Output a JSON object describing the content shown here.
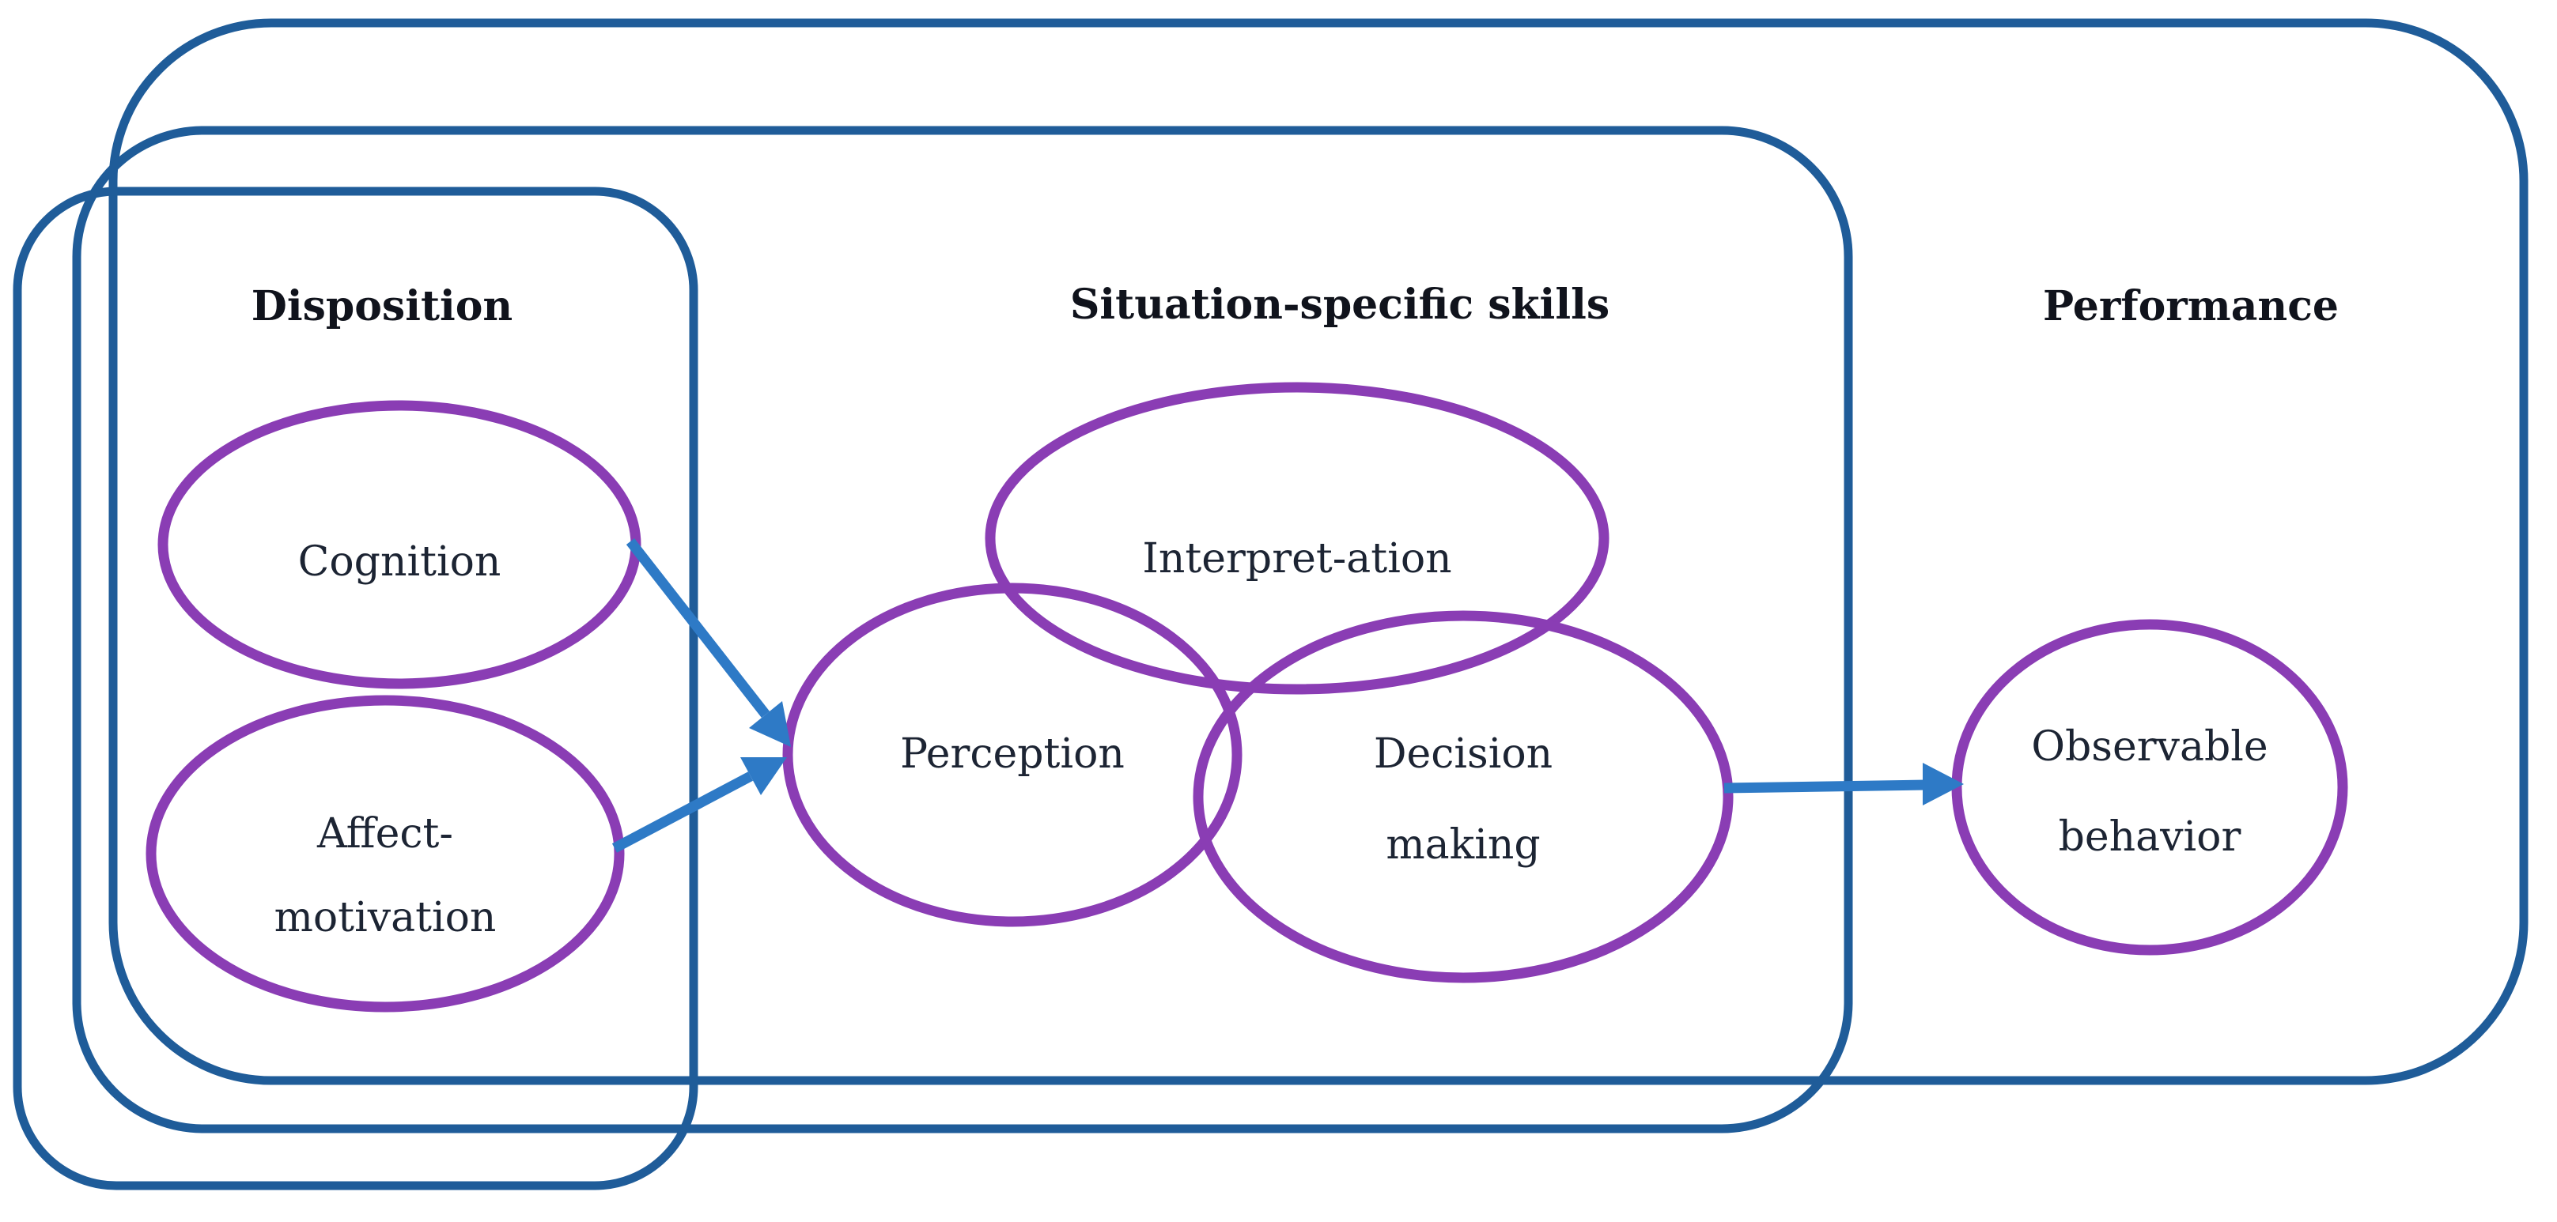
{
  "colors": {
    "background": "#ffffff",
    "box_stroke": "#1f5c99",
    "ellipse_stroke": "#8a3db4",
    "arrow": "#2e7ac6",
    "heading_text": "#10131c",
    "node_text": "#1c2433"
  },
  "containers": {
    "disposition": {
      "label": "Disposition"
    },
    "skills": {
      "label": "Situation-specific skills"
    },
    "performance": {
      "label": "Performance"
    }
  },
  "nodes": {
    "cognition": {
      "line1": "Cognition"
    },
    "affect": {
      "line1": "Affect-",
      "line2": "motivation"
    },
    "interpretation": {
      "line1": "Interpret-ation"
    },
    "perception": {
      "line1": "Perception"
    },
    "decision": {
      "line1": "Decision",
      "line2": "making"
    },
    "observable": {
      "line1": "Observable",
      "line2": "behavior"
    }
  },
  "arrows": [
    {
      "from": "cognition",
      "to": "perception"
    },
    {
      "from": "affect-motivation",
      "to": "perception"
    },
    {
      "from": "decision-making",
      "to": "observable-behavior"
    }
  ]
}
